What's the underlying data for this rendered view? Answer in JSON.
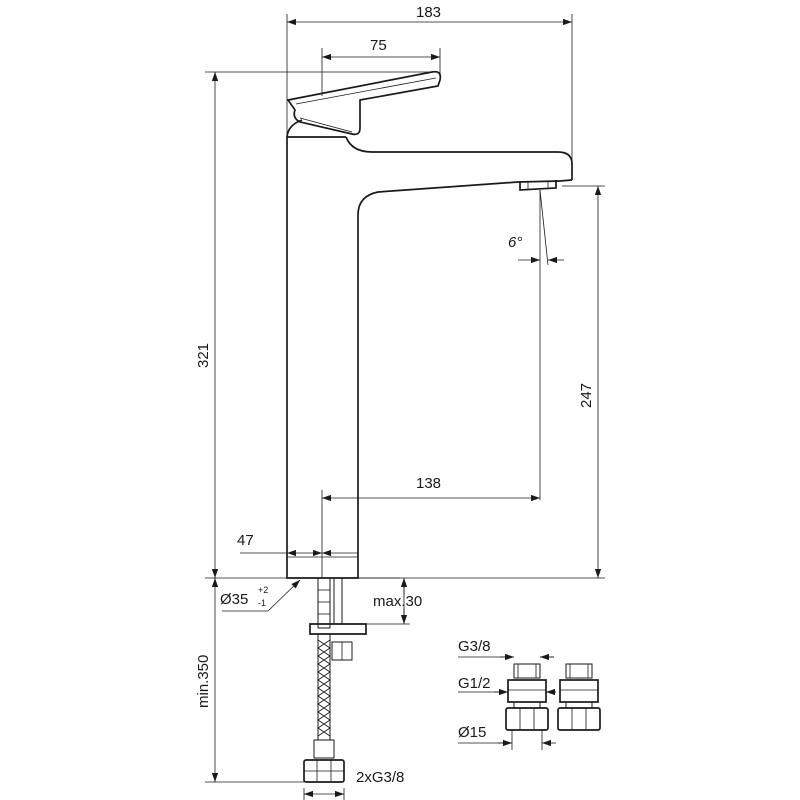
{
  "dimensions": {
    "total_length": "183",
    "handle_reach": "75",
    "total_height": "321",
    "spout_angle": "6°",
    "spout_height": "247",
    "spout_projection": "138",
    "body_offset": "47",
    "hole_diameter_prefix": "Ø35",
    "hole_tol_upper": "+2",
    "hole_tol_lower": "-1",
    "max_deck_thickness": "max.30",
    "min_hose_length": "min.350",
    "connection_thread": "2xG3/8"
  },
  "adapter_labels": {
    "thread_top": "G3/8",
    "thread_mid": "G1/2",
    "pipe_diameter": "Ø15"
  }
}
